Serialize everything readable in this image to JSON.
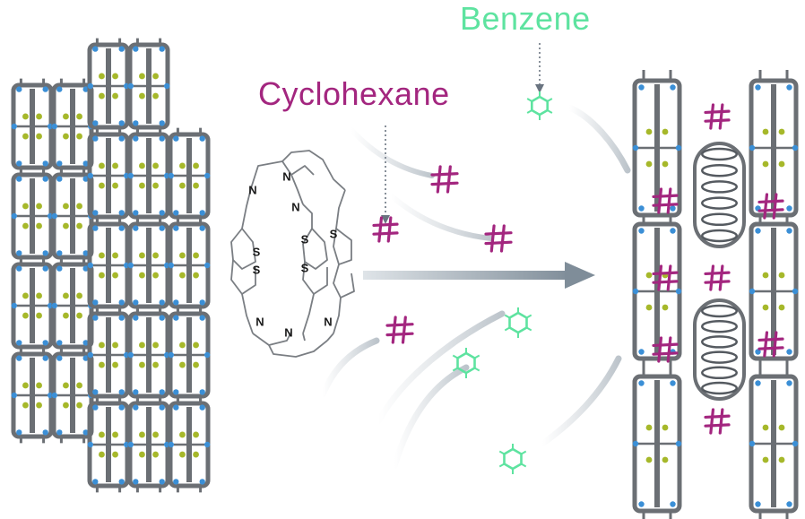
{
  "labels": {
    "cyclohexane": "Cyclohexane",
    "benzene": "Benzene"
  },
  "colors": {
    "cyclohexane": "#a3267f",
    "benzene": "#5ee3a0",
    "framework_gray": "#6b6f74",
    "nitrogen_blue": "#3b8fd6",
    "sulfur_yellow": "#a6b82a",
    "arrow": "#8c9aa6"
  },
  "molecule": {
    "atoms": [
      "N",
      "N",
      "N",
      "S",
      "S",
      "S",
      "S",
      "S",
      "N",
      "N",
      "N"
    ]
  }
}
